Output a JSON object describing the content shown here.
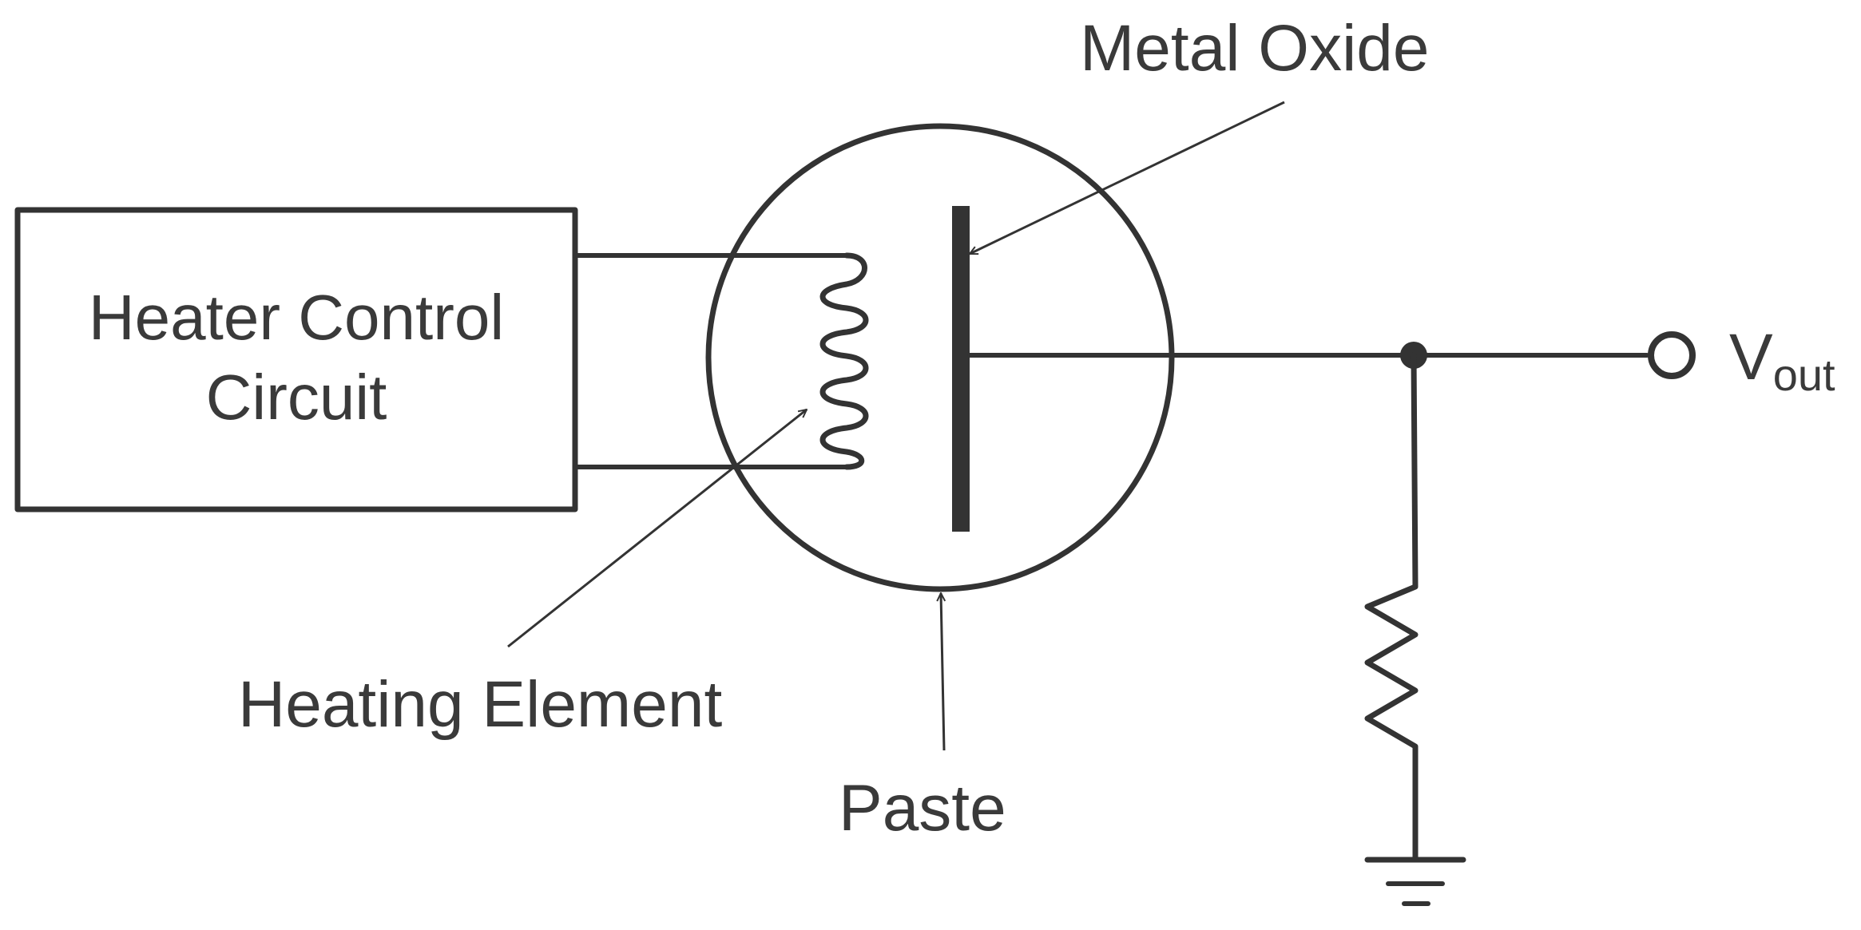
{
  "diagram": {
    "heater_box": {
      "line1": "Heater Control",
      "line2": "Circuit"
    },
    "labels": {
      "metal_oxide": "Metal Oxide",
      "heating_element": "Heating Element",
      "paste": "Paste",
      "vout_main": "V",
      "vout_sub": "out"
    },
    "colors": {
      "ink": "#333333",
      "text": "#3a3a3a",
      "background": "#ffffff"
    }
  }
}
